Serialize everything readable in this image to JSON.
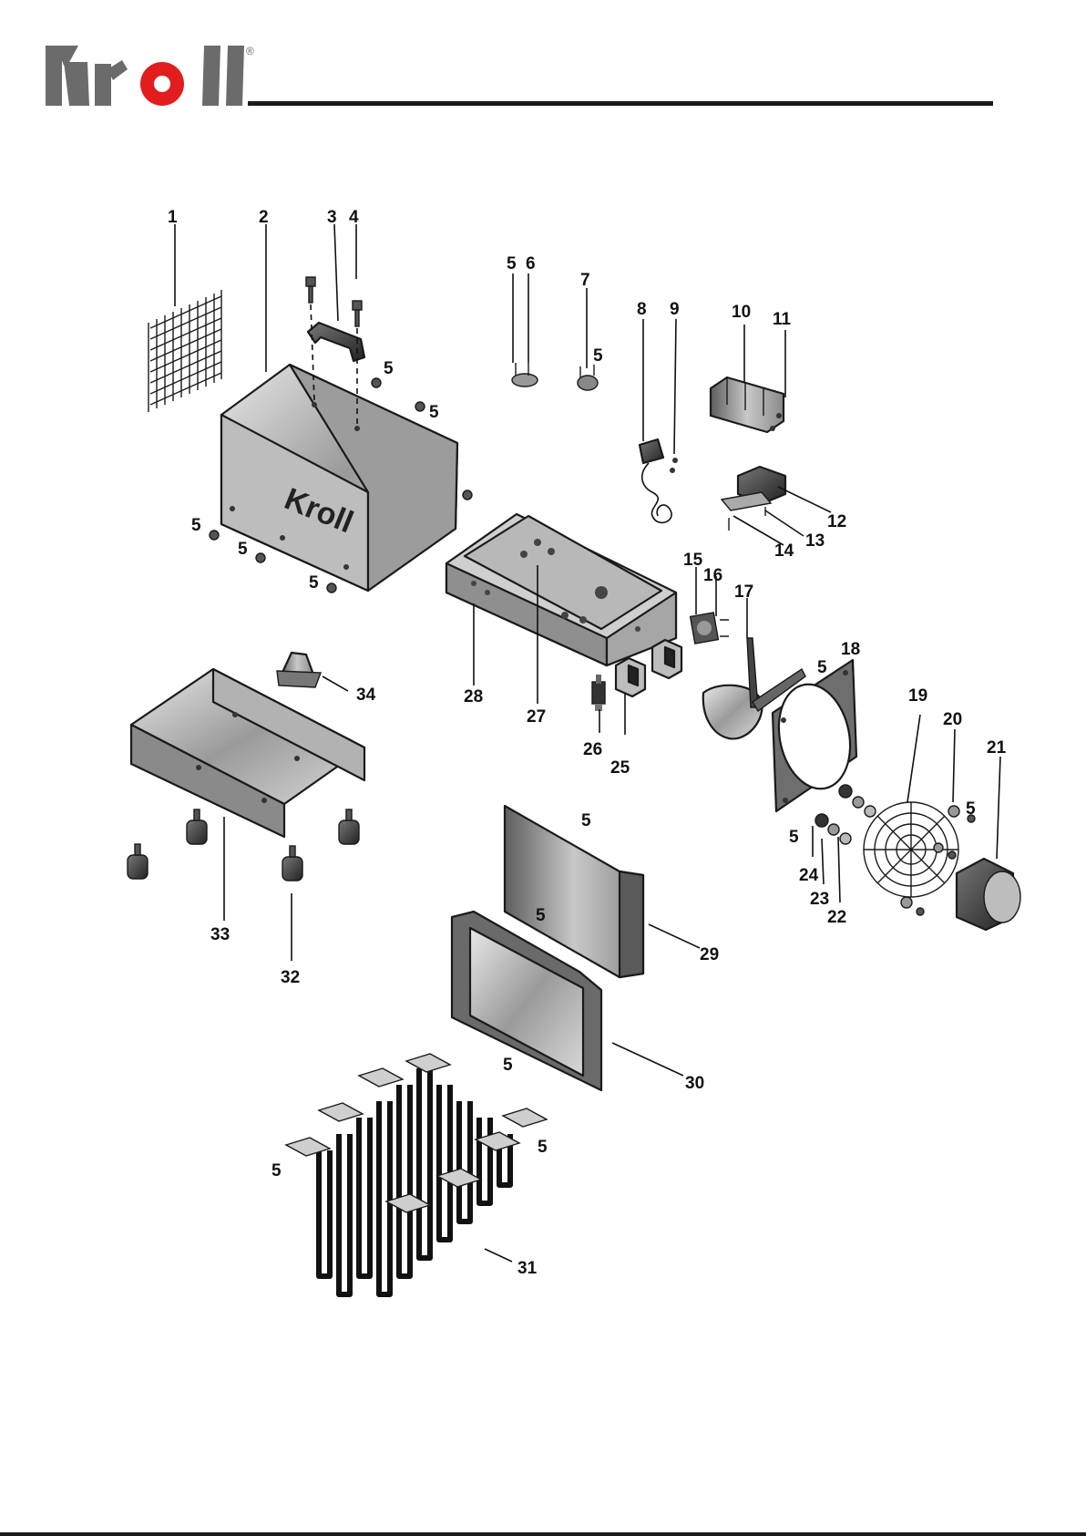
{
  "brand": {
    "logo_text": "Kroll",
    "registered_mark": "®",
    "logo_color": "#6b6b6b",
    "dot_color": "#e11d1d"
  },
  "diagram": {
    "type": "exploded parts view",
    "callouts": [
      "1",
      "2",
      "3",
      "4",
      "5",
      "6",
      "7",
      "8",
      "9",
      "10",
      "11",
      "12",
      "13",
      "14",
      "15",
      "16",
      "17",
      "18",
      "19",
      "20",
      "21",
      "22",
      "23",
      "24",
      "25",
      "26",
      "27",
      "28",
      "29",
      "30",
      "31",
      "32",
      "33",
      "34"
    ]
  }
}
